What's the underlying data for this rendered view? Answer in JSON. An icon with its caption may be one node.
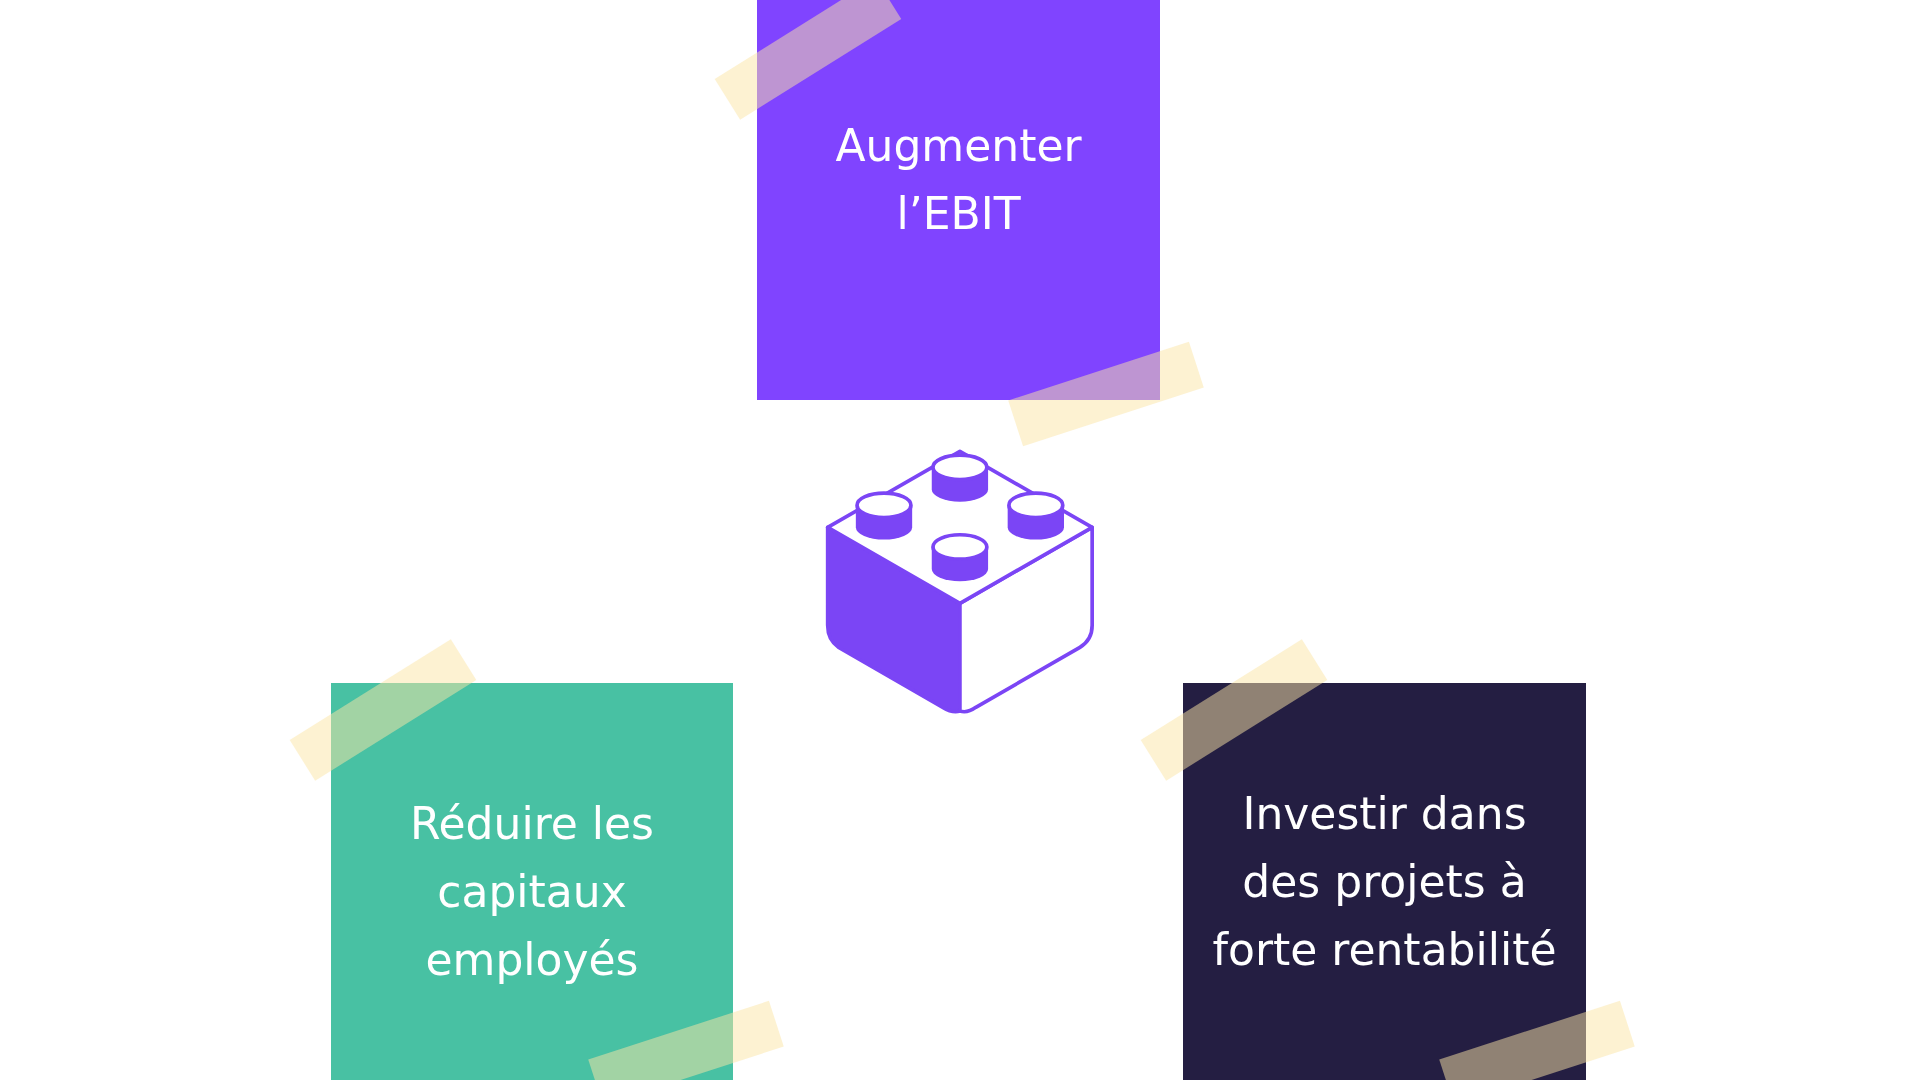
{
  "diagram": {
    "nodes": [
      {
        "text": [
          "Augmenter l’EBIT"
        ]
      },
      {
        "text": [
          "Réduire les capitaux employés"
        ]
      },
      {
        "text": [
          "Investir dans des projets à forte rentabilité"
        ]
      }
    ]
  }
}
